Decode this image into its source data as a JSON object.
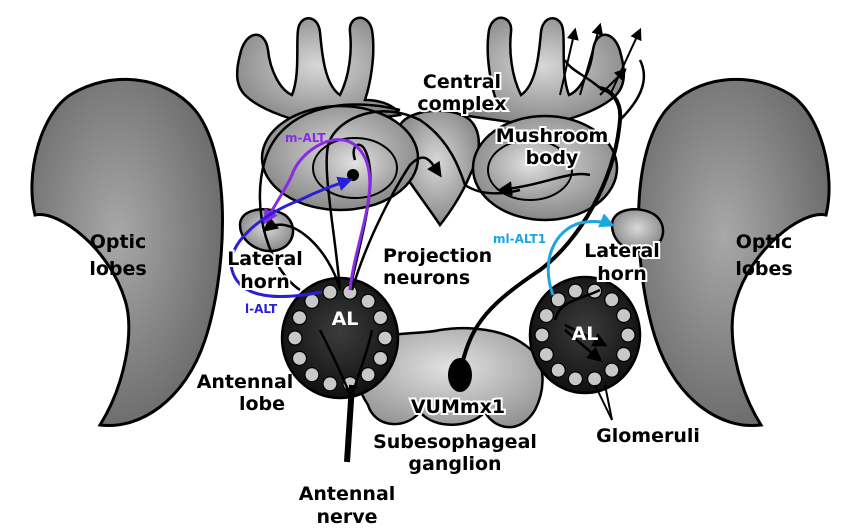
{
  "labels": {
    "optic_left_1": "Optic",
    "optic_left_2": "lobes",
    "optic_right_1": "Optic",
    "optic_right_2": "lobes",
    "central_1": "Central",
    "central_2": "complex",
    "mushroom_1": "Mushroom",
    "mushroom_2": "body",
    "lateral_left_1": "Lateral",
    "lateral_left_2": "horn",
    "lateral_right_1": "Lateral",
    "lateral_right_2": "horn",
    "projection_1": "Projection",
    "projection_2": "neurons",
    "al_left": "AL",
    "al_right": "AL",
    "antennal_lobe_1": "Antennal",
    "antennal_lobe_2": "lobe",
    "vum": "VUMmx1",
    "subeso_1": "Subesophageal",
    "subeso_2": "ganglion",
    "glomeruli": "Glomeruli",
    "antennal_nerve_1": "Antennal",
    "antennal_nerve_2": "nerve"
  },
  "tracts": {
    "m_alt": "m-ALT",
    "l_alt": "l-ALT",
    "ml_alt1": "ml-ALT1"
  },
  "colors": {
    "m_alt": "#8a2be2",
    "l_alt": "#2a1fd6",
    "ml_alt1": "#1ba6e0",
    "tissue_dark": "#6e6e6e",
    "tissue_mid": "#9a9a9a",
    "tissue_light": "#c4c4c4",
    "antennal_lobe": "#1e1e1e",
    "glomerulus": "#c8c8c8"
  }
}
